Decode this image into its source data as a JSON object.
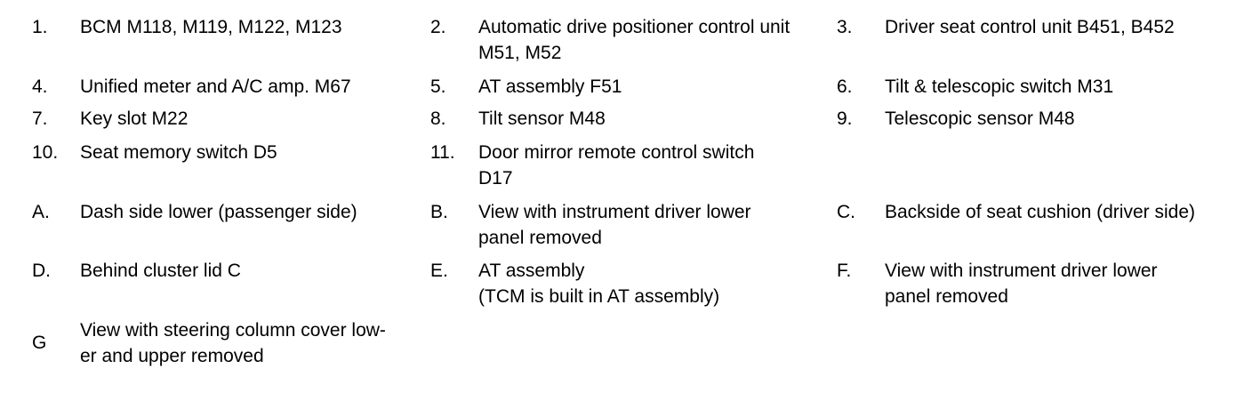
{
  "legend": {
    "items": [
      {
        "num": "1.",
        "text": "BCM M118, M119, M122, M123"
      },
      {
        "num": "2.",
        "text": "Automatic drive positioner control unit\nM51, M52"
      },
      {
        "num": "3.",
        "text": "Driver seat control unit B451, B452"
      },
      {
        "num": "4.",
        "text": "Unified meter and A/C amp. M67"
      },
      {
        "num": "5.",
        "text": "AT assembly F51"
      },
      {
        "num": "6.",
        "text": "Tilt & telescopic switch M31"
      },
      {
        "num": "7.",
        "text": "Key slot M22"
      },
      {
        "num": "8.",
        "text": "Tilt sensor M48"
      },
      {
        "num": "9.",
        "text": "Telescopic sensor M48"
      },
      {
        "num": "10.",
        "text": "Seat memory switch D5"
      },
      {
        "num": "11.",
        "text": "Door mirror remote control switch\nD17"
      },
      {
        "num": "A.",
        "text": "Dash side lower (passenger side)"
      },
      {
        "num": "B.",
        "text": "View with instrument driver lower\npanel removed"
      },
      {
        "num": "C.",
        "text": "Backside of seat cushion (driver side)"
      },
      {
        "num": "D.",
        "text": "Behind cluster lid C"
      },
      {
        "num": "E.",
        "text": "AT assembly\n(TCM is built in AT assembly)"
      },
      {
        "num": "F.",
        "text": "View with instrument driver lower\npanel removed"
      },
      {
        "num": "G",
        "text": "View with steering column cover low-\ner and upper removed"
      }
    ]
  }
}
